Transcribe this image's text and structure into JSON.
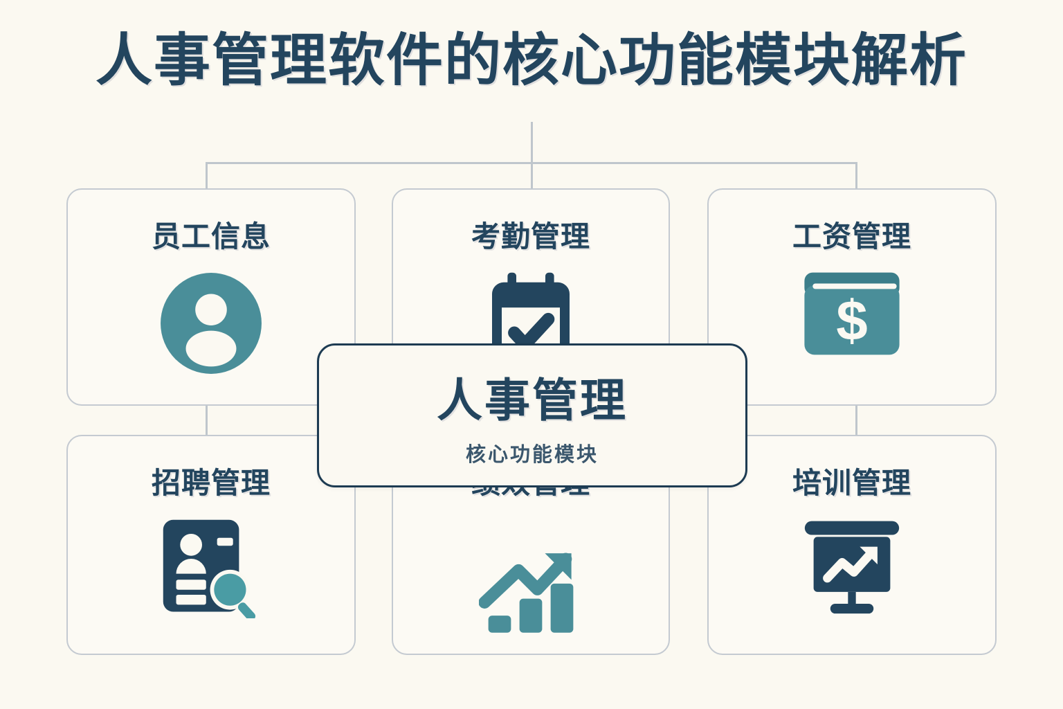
{
  "page": {
    "title": "人事管理软件的核心功能模块解析",
    "background_color": "#FBF9F1",
    "accent_navy": "#23455E",
    "accent_teal": "#4A8E99",
    "card_border_color": "#C4CAD1",
    "connector_color": "#BFC6CC"
  },
  "center": {
    "title": "人事管理",
    "subtitle": "核心功能模块",
    "border_color": "#1D3B52"
  },
  "cards": [
    {
      "id": "employee-info",
      "title": "员工信息",
      "icon": "user-avatar-icon",
      "icon_color": "#4A8E99"
    },
    {
      "id": "attendance",
      "title": "考勤管理",
      "icon": "calendar-check-icon",
      "icon_color": "#23455E"
    },
    {
      "id": "payroll",
      "title": "工资管理",
      "icon": "wallet-dollar-icon",
      "icon_color": "#4A8E99"
    },
    {
      "id": "recruitment",
      "title": "招聘管理",
      "icon": "resume-search-icon",
      "icon_color": "#23455E"
    },
    {
      "id": "performance",
      "title": "绩效管理",
      "icon": "growth-chart-icon",
      "icon_color": "#4A8E99"
    },
    {
      "id": "training",
      "title": "培训管理",
      "icon": "presentation-board-icon",
      "icon_color": "#23455E"
    }
  ]
}
